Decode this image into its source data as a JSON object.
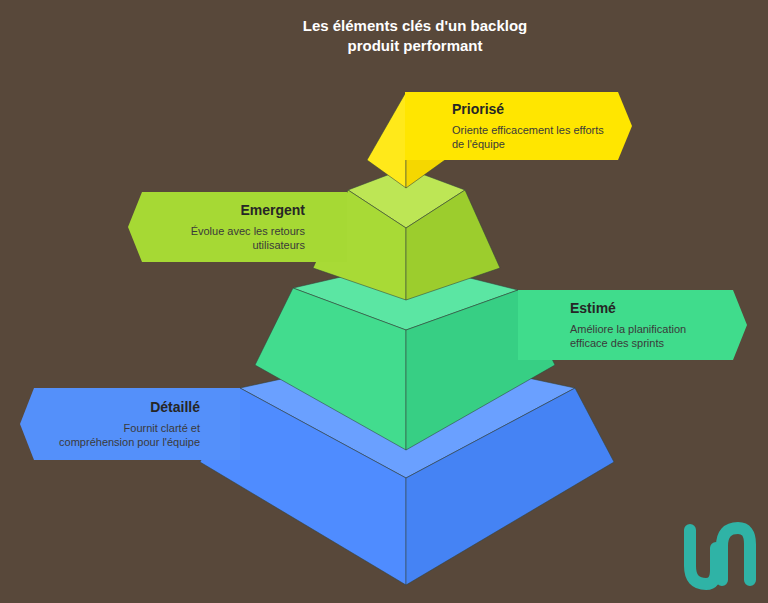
{
  "diagram": {
    "title": "Les éléments clés d'un backlog produit performant",
    "nodes": [
      {
        "text": [
          "Priorisé",
          "Oriente efficacement les efforts de l'équipe"
        ]
      },
      {
        "text": [
          "Emergent",
          "Évolue avec les retours utilisateurs"
        ]
      },
      {
        "text": [
          "Estimé",
          "Améliore la planification efficace des sprints"
        ]
      },
      {
        "text": [
          "Détaillé",
          "Fournit clarté et compréhension pour l'équipe"
        ]
      }
    ]
  }
}
